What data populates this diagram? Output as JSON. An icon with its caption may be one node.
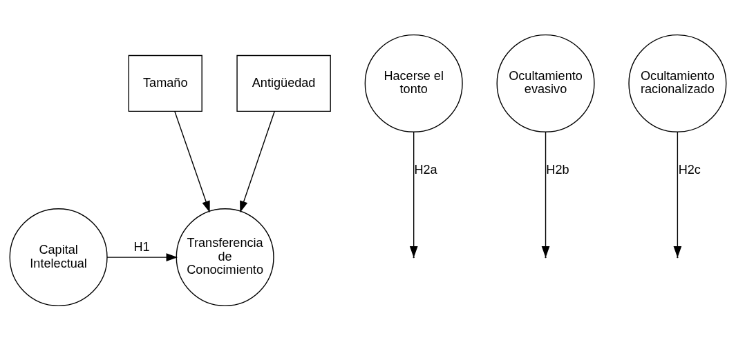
{
  "diagram": {
    "nodes": [
      {
        "text": [
          "Tamaño"
        ]
      },
      {
        "text": [
          "Antigüedad"
        ]
      },
      {
        "text": [
          "Hacerse el tonto"
        ]
      },
      {
        "text": [
          "Ocultamiento evasivo"
        ]
      },
      {
        "text": [
          "Ocultamiento racionalizado"
        ]
      },
      {
        "text": [
          "Capital Intelectual"
        ]
      },
      {
        "text": [
          "Transferencia de Conocimiento"
        ]
      }
    ],
    "edges": [
      {
        "from": 5,
        "to": 6,
        "arrow": "to",
        "label": "H1"
      },
      {
        "from": 2,
        "to": null,
        "arrow": "to",
        "label": "H2a"
      },
      {
        "from": 3,
        "to": null,
        "arrow": "to",
        "label": "H2b"
      },
      {
        "from": 4,
        "to": null,
        "arrow": "to",
        "label": "H2c"
      },
      {
        "from": 0,
        "to": 6,
        "arrow": "to"
      },
      {
        "from": 1,
        "to": 6,
        "arrow": "to"
      }
    ]
  }
}
